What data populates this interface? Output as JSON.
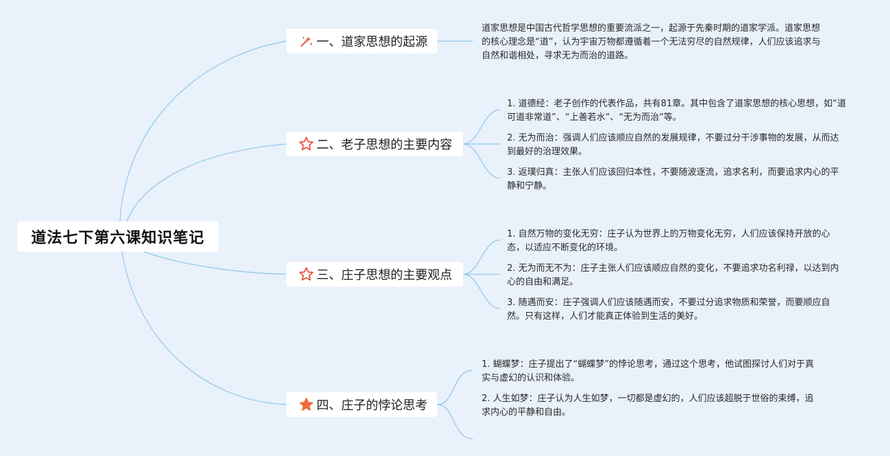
{
  "root": {
    "title": "道法七下第六课知识笔记"
  },
  "branches": [
    {
      "title": "一、道家思想的起源",
      "icon": "sparkle-wand-icon",
      "notes": [
        "道家思想是中国古代哲学思想的重要流派之一，起源于先秦时期的道家学派。道家思想的核心理念是“道”，认为宇宙万物都遵循着一个无法穷尽的自然规律，人们应该追求与自然和谐相处，寻求无为而治的道路。"
      ]
    },
    {
      "title": "二、老子思想的主要内容",
      "icon": "star-outline-icon",
      "notes": [
        "1. 道德经：老子创作的代表作品，共有81章。其中包含了道家思想的核心思想，如“道可道非常道”、“上善若水”、“无为而治”等。",
        "2. 无为而治：强调人们应该顺应自然的发展规律，不要过分干涉事物的发展，从而达到最好的治理效果。",
        "3. 返璞归真：主张人们应该回归本性，不要随波逐流，追求名利，而要追求内心的平静和宁静。"
      ]
    },
    {
      "title": "三、庄子思想的主要观点",
      "icon": "star-outline-icon",
      "notes": [
        "1. 自然万物的变化无穷：庄子认为世界上的万物变化无穷，人们应该保持开放的心态，以适应不断变化的环境。",
        "2. 无为而无不为：庄子主张人们应该顺应自然的变化，不要追求功名利禄，以达到内心的自由和满足。",
        "3. 随遇而安：庄子强调人们应该随遇而安，不要过分追求物质和荣誉，而要顺应自然。只有这样，人们才能真正体验到生活的美好。"
      ]
    },
    {
      "title": "四、庄子的悖论思考",
      "icon": "star-filled-icon",
      "notes": [
        "1. 蝴蝶梦：庄子提出了“蝴蝶梦”的悖论思考，通过这个思考，他试图探讨人们对于真实与虚幻的认识和体验。",
        "2. 人生如梦：庄子认为人生如梦，一切都是虚幻的，人们应该超脱于世俗的束缚，追求内心的平静和自由。"
      ]
    }
  ],
  "colors": {
    "line": "#8ec8ec",
    "icon_red": "#e8533f",
    "icon_orange": "#ef6b3a"
  }
}
